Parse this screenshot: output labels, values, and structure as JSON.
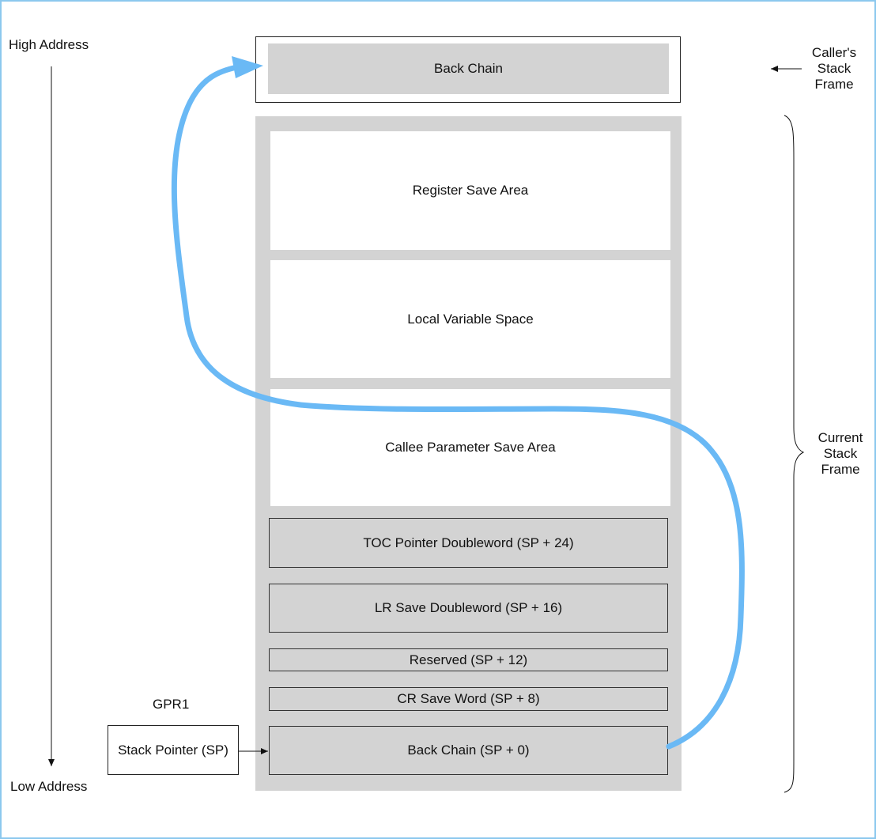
{
  "labels": {
    "high_address": "High Address",
    "low_address": "Low Address",
    "callers_frame": [
      "Caller's",
      "Stack",
      "Frame"
    ],
    "current_frame": [
      "Current",
      "Stack",
      "Frame"
    ],
    "gpr1": "GPR1",
    "stack_pointer": "Stack Pointer (SP)"
  },
  "caller_frame": {
    "back_chain": "Back Chain"
  },
  "current_frame": {
    "register_save_area": "Register Save Area",
    "local_variable_space": "Local Variable Space",
    "callee_parameter_save_area": "Callee Parameter Save Area",
    "toc_pointer": "TOC Pointer Doubleword (SP + 24)",
    "lr_save": "LR Save Doubleword (SP + 16)",
    "reserved": "Reserved (SP + 12)",
    "cr_save": "CR Save Word (SP + 8)",
    "back_chain": "Back Chain (SP + 0)"
  },
  "colors": {
    "frame_border": "#8cc8ee",
    "box_fill": "#d3d3d3",
    "arrow": "#6ab9f5"
  }
}
